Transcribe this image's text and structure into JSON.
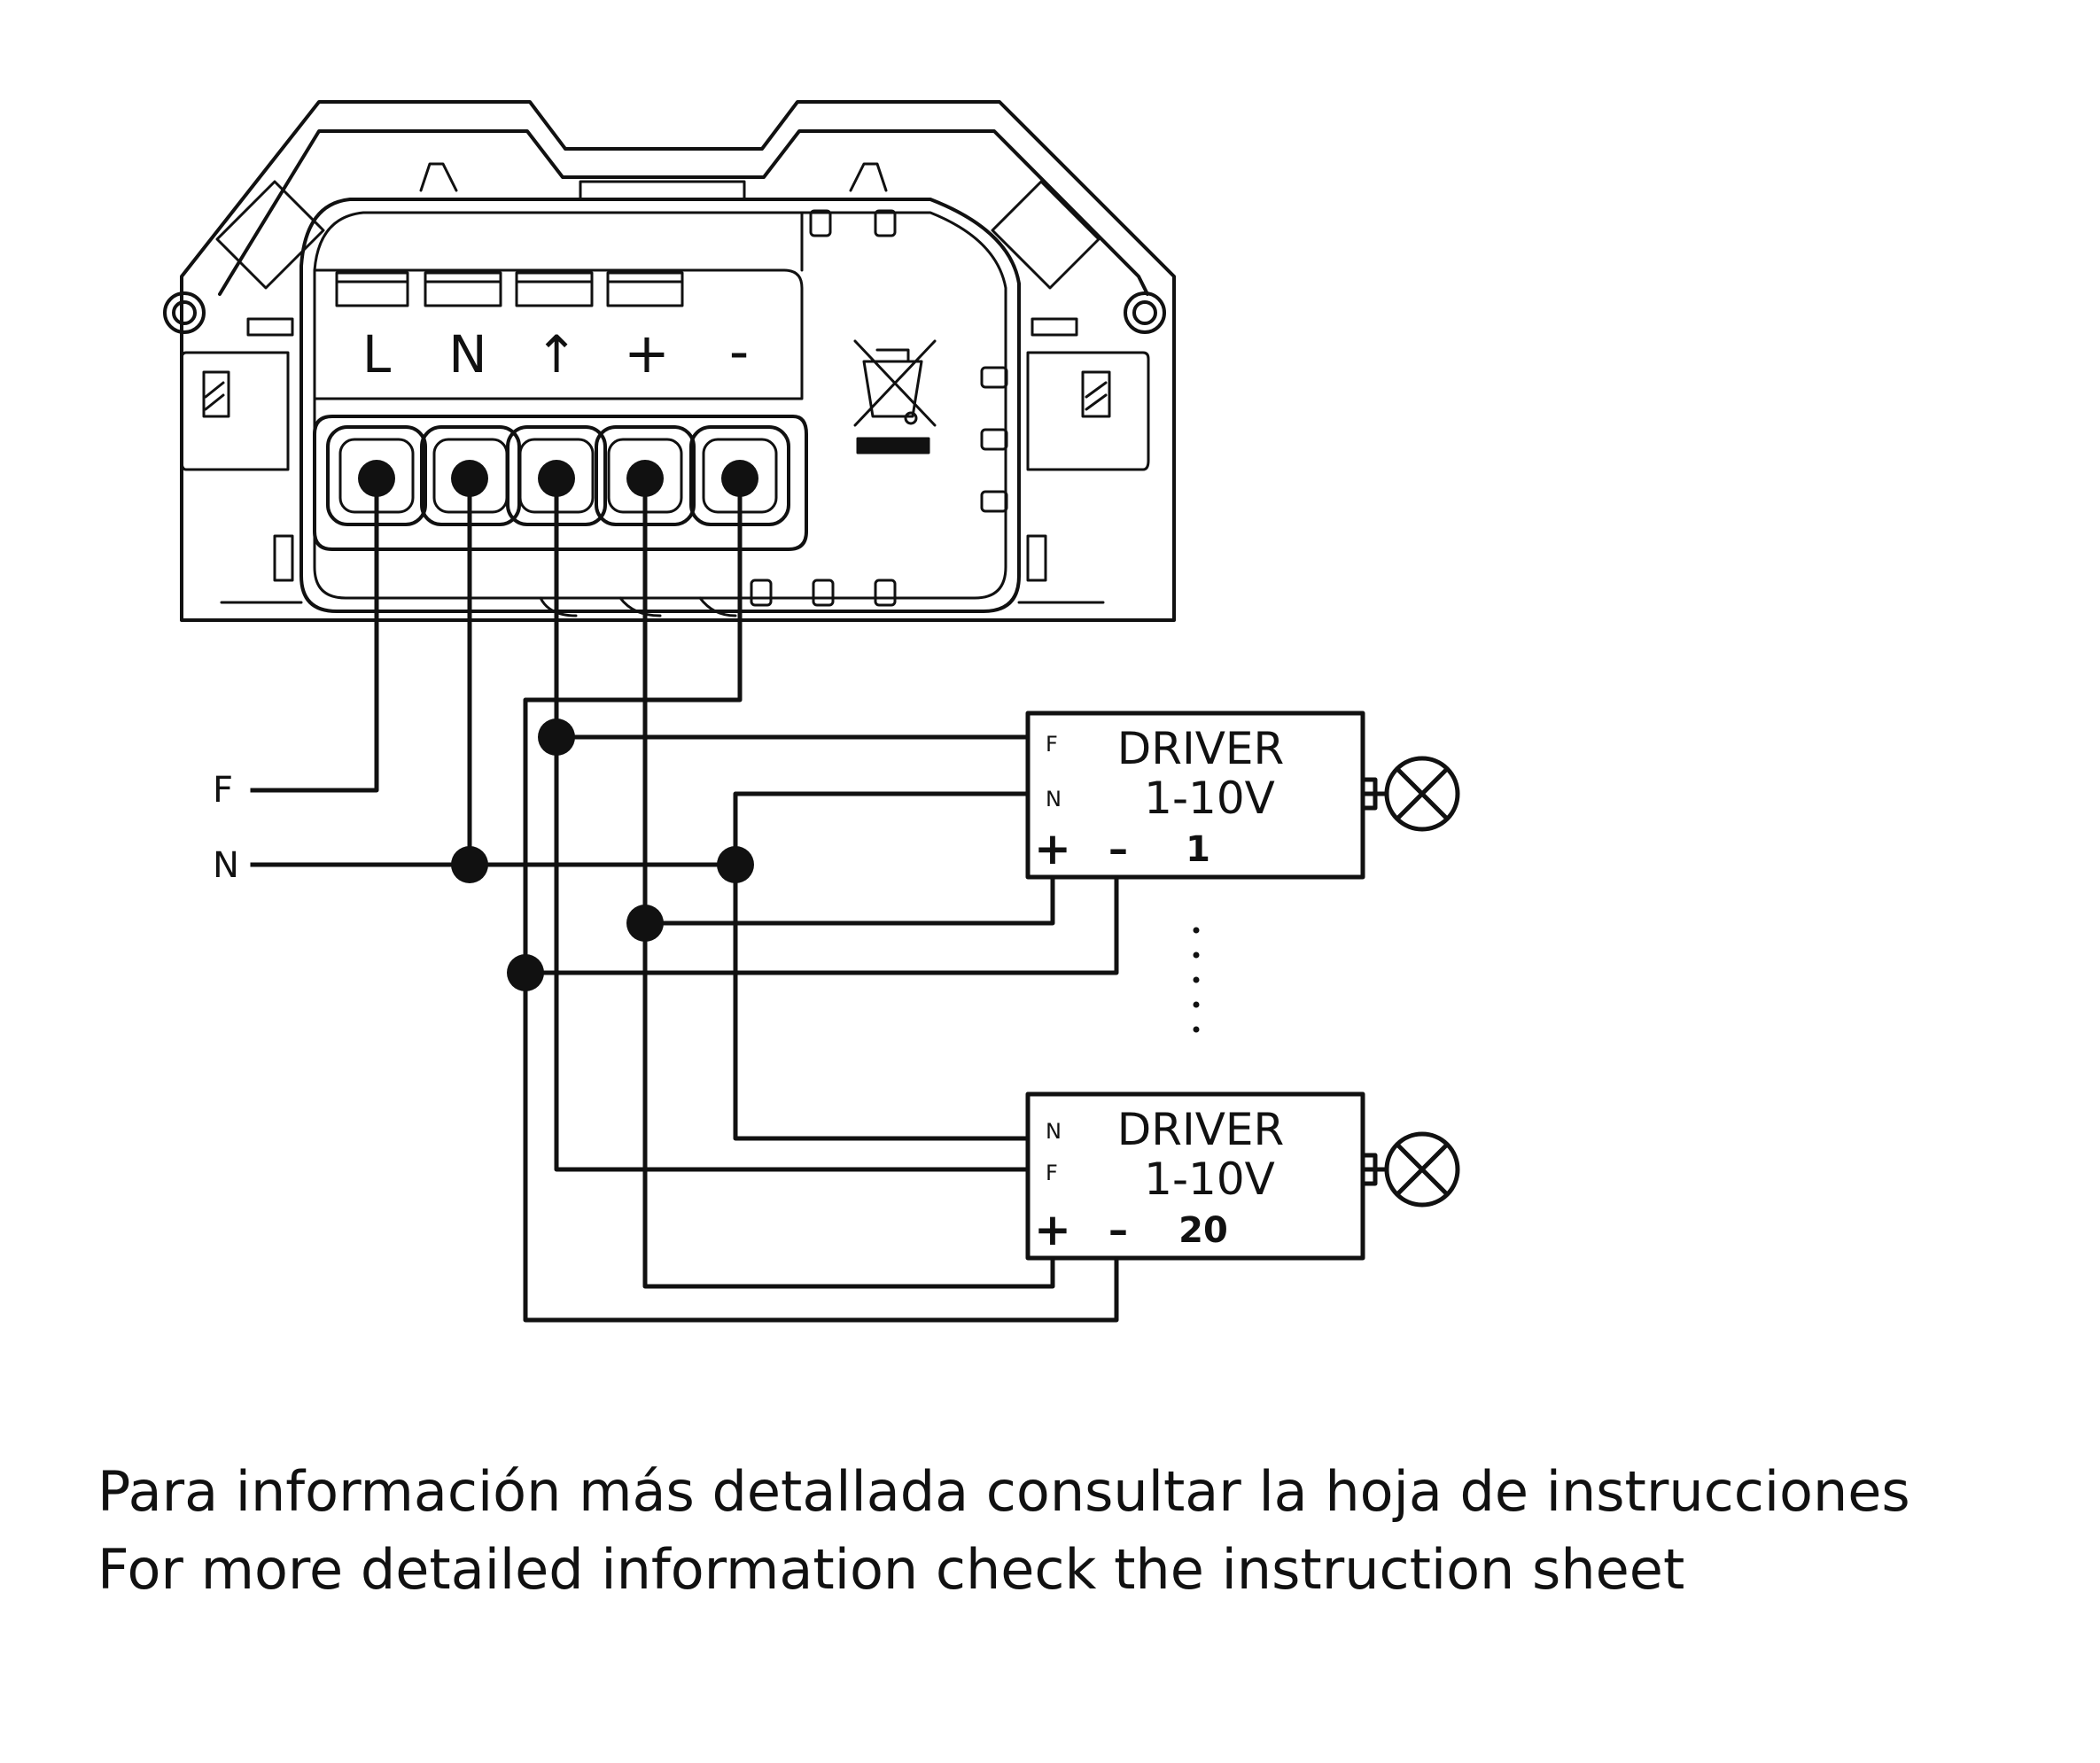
{
  "terminals": [
    "L",
    "N",
    "↑",
    "+",
    "-"
  ],
  "inputs": {
    "phase": "F",
    "neutral": "N"
  },
  "drivers": [
    {
      "title": "DRIVER",
      "model": "1-10V",
      "pin_top": "F",
      "pin_mid": "N",
      "plus": "+",
      "minus": "–",
      "number": "1"
    },
    {
      "title": "DRIVER",
      "model": "1-10V",
      "pin_top": "N",
      "pin_mid": "F",
      "plus": "+",
      "minus": "–",
      "number": "20"
    }
  ],
  "caption": {
    "line_es": "Para información más detallada consultar la hoja de instrucciones",
    "line_en": "For more detailed information check the instruction sheet"
  },
  "icons": [
    "weee-bin-icon",
    "lamp-icon",
    "lamp-icon"
  ]
}
